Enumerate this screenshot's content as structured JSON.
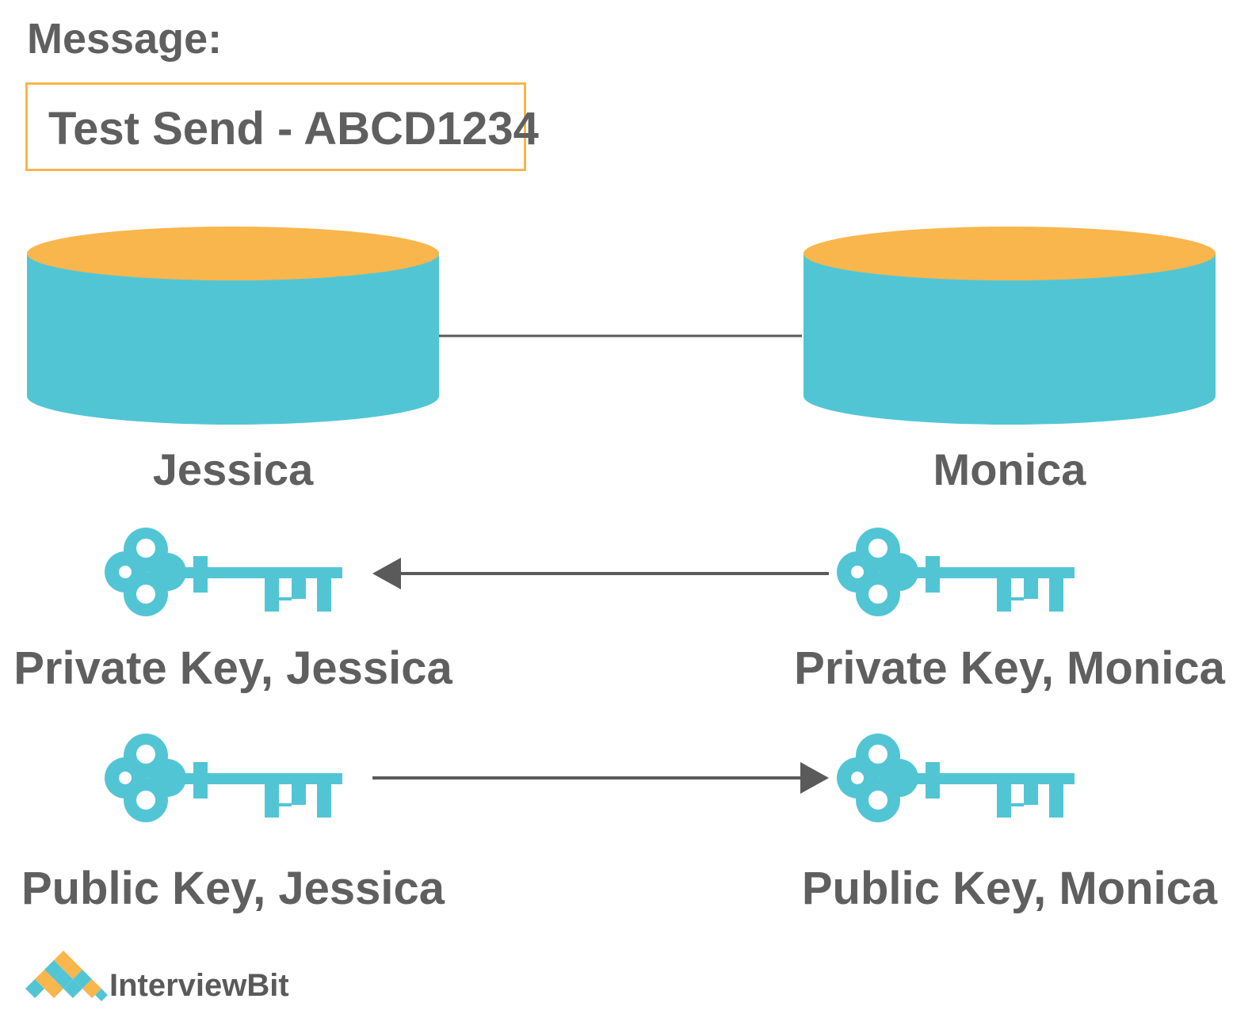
{
  "message": {
    "heading": "Message:",
    "text": "Test Send - ABCD1234"
  },
  "parties": {
    "left": "Jessica",
    "right": "Monica"
  },
  "keys": {
    "private_left": "Private Key, Jessica",
    "private_right": "Private Key, Monica",
    "public_left": "Public Key, Jessica",
    "public_right": "Public Key, Monica"
  },
  "brand": {
    "name": "InterviewBit"
  },
  "colors": {
    "accent_orange": "#f7b64a",
    "teal": "#52c5d5",
    "text_gray": "#5f5f5f",
    "line_gray": "#5a5a5a"
  }
}
